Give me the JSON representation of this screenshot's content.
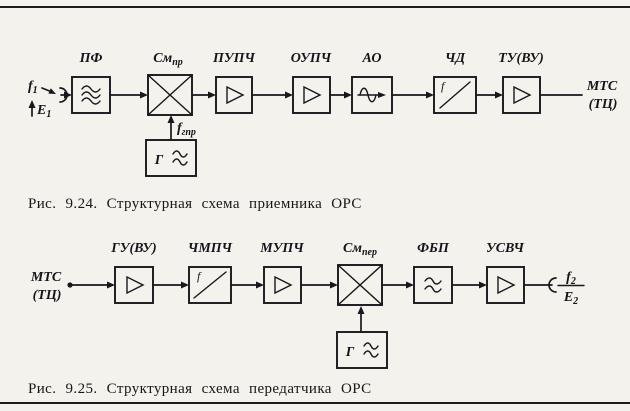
{
  "figure1": {
    "caption": "Рис. 9.24. Структурная схема приемника ОРС",
    "input": {
      "f_main": "f",
      "f_sub": "1",
      "e_main": "E",
      "e_sub": "1"
    },
    "output": {
      "line1": "МТС",
      "line2": "(ТЦ)"
    },
    "blocks": [
      {
        "label": "ПФ",
        "type": "bandpass-filter"
      },
      {
        "label_main": "См",
        "label_sub": "пр",
        "type": "mixer"
      },
      {
        "label": "ПУПЧ",
        "type": "amplifier"
      },
      {
        "label": "ОУПЧ",
        "type": "amplifier"
      },
      {
        "label": "АО",
        "type": "amplitude-limiter"
      },
      {
        "label": "ЧД",
        "type": "frequency-detector",
        "icon_letter": "f"
      },
      {
        "label": "ТУ(ВУ)",
        "type": "amplifier"
      }
    ],
    "generator": {
      "letter": "Г"
    },
    "feed": {
      "main": "f",
      "sub": "гпр"
    }
  },
  "figure2": {
    "caption": "Рис. 9.25. Структурная схема передатчика ОРС",
    "input": {
      "line1": "МТС",
      "line2": "(ТЦ)"
    },
    "output": {
      "f_main": "f",
      "f_sub": "2",
      "e_main": "E",
      "e_sub": "2"
    },
    "blocks": [
      {
        "label": "ГУ(ВУ)",
        "type": "amplifier"
      },
      {
        "label": "ЧМПЧ",
        "type": "frequency-modulator",
        "icon_letter": "f"
      },
      {
        "label": "МУПЧ",
        "type": "amplifier"
      },
      {
        "label_main": "См",
        "label_sub": "пер",
        "type": "mixer"
      },
      {
        "label": "ФБП",
        "type": "sideband-filter"
      },
      {
        "label": "УСВЧ",
        "type": "amplifier"
      }
    ],
    "generator": {
      "letter": "Г"
    }
  }
}
